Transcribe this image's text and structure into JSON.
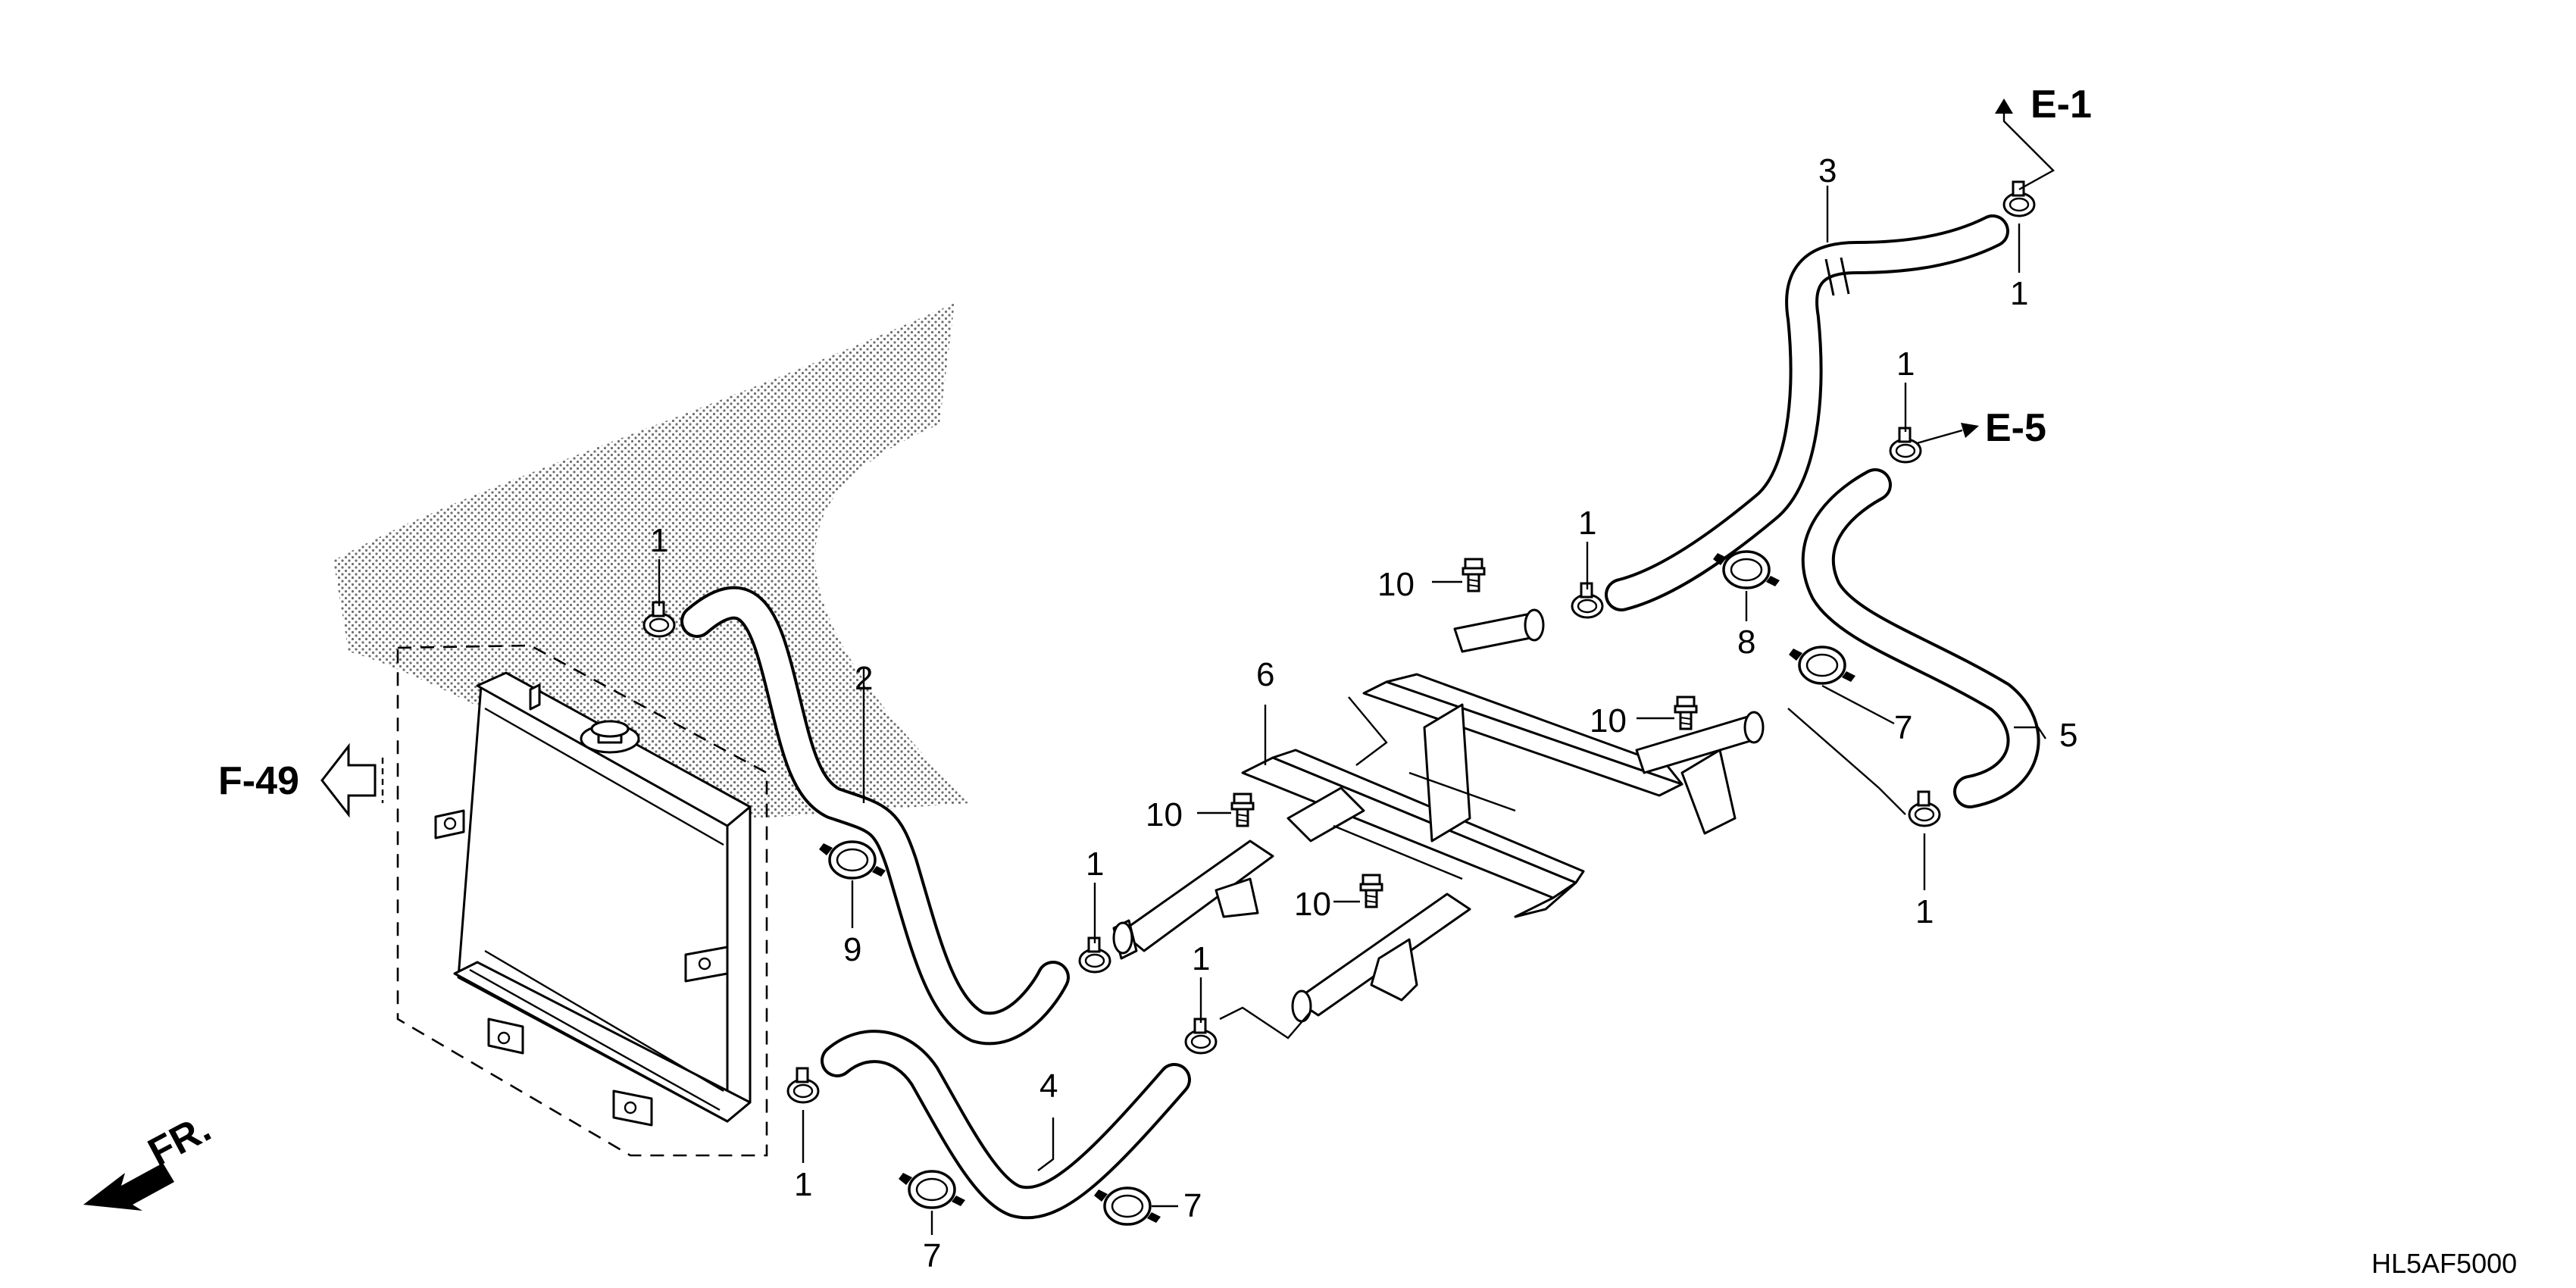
{
  "diagram": {
    "drawing_code": "HL5AF5000",
    "front_marker": "FR.",
    "references": {
      "e1": "E-1",
      "e5": "E-5",
      "f49": "F-49"
    },
    "callouts": {
      "c1a": "1",
      "c1b": "1",
      "c1c": "1",
      "c1d": "1",
      "c1e": "1",
      "c1f": "1",
      "c1g": "1",
      "c1h": "1",
      "c2": "2",
      "c3": "3",
      "c4": "4",
      "c5": "5",
      "c6": "6",
      "c7a": "7",
      "c7b": "7",
      "c7c": "7",
      "c8": "8",
      "c9": "9",
      "c10a": "10",
      "c10b": "10",
      "c10c": "10",
      "c10d": "10"
    }
  }
}
